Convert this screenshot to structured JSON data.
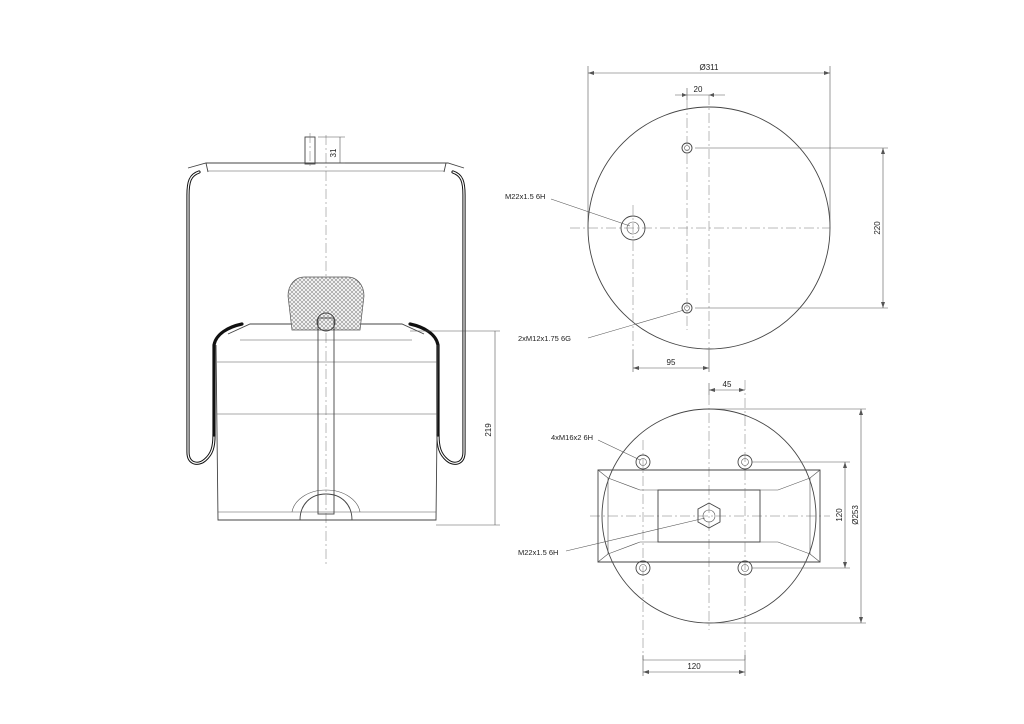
{
  "dimensions": {
    "pin_height": "31",
    "piston_height": "219",
    "top_diameter": "Ø311",
    "top_hole_offset": "20",
    "top_hole_spacing": "220",
    "top_center_offset": "95",
    "bottom_offset": "45",
    "bottom_hole_spacing_v": "120",
    "bottom_diameter": "Ø253",
    "bottom_hole_spacing_h": "120"
  },
  "callouts": {
    "top_center_thread": "M22x1.5 6H",
    "top_side_threads": "2xM12x1.75 6G",
    "bottom_bolt_threads": "4xM16x2 6H",
    "bottom_center_thread": "M22x1.5 6H"
  }
}
